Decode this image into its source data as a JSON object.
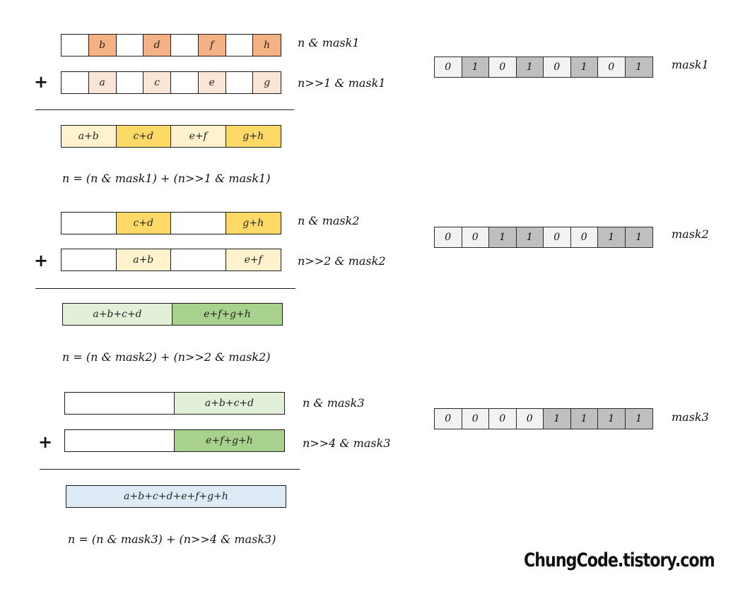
{
  "colors": {
    "orange_dark": "#f4b183",
    "orange_light": "#fbe5d6",
    "yellow_dark": "#ffd966",
    "yellow_light": "#fff2cc",
    "green_dark": "#a9d18e",
    "green_light": "#e2f0d9",
    "blue_light": "#deebf7",
    "mask_zero": "#f2f2f2",
    "mask_one": "#bfbfbf"
  },
  "step1": {
    "top_cells": [
      "",
      "b",
      "",
      "d",
      "",
      "f",
      "",
      "h"
    ],
    "bottom_cells": [
      "",
      "a",
      "",
      "c",
      "",
      "e",
      "",
      "g"
    ],
    "result_cells": [
      "a+b",
      "c+d",
      "e+f",
      "g+h"
    ],
    "top_label": "n & mask1",
    "bottom_label": "n>>1 & mask1",
    "plus": "+",
    "formula": "n = (n & mask1) + (n>>1 & mask1)"
  },
  "step2": {
    "top_cells": [
      "",
      "c+d",
      "",
      "g+h"
    ],
    "bottom_cells": [
      "",
      "a+b",
      "",
      "e+f"
    ],
    "result_cells": [
      "a+b+c+d",
      "e+f+g+h"
    ],
    "top_label": "n & mask2",
    "bottom_label": "n>>2 & mask2",
    "plus": "+",
    "formula": "n = (n & mask2) + (n>>2 & mask2)"
  },
  "step3": {
    "top_cells": [
      "",
      "a+b+c+d"
    ],
    "bottom_cells": [
      "",
      "e+f+g+h"
    ],
    "result_cells": [
      "a+b+c+d+e+f+g+h"
    ],
    "top_label": "n & mask3",
    "bottom_label": "n>>4 & mask3",
    "plus": "+",
    "formula": "n = (n & mask3) + (n>>4 & mask3)"
  },
  "masks": [
    {
      "name": "mask1",
      "bits": [
        "0",
        "1",
        "0",
        "1",
        "0",
        "1",
        "0",
        "1"
      ]
    },
    {
      "name": "mask2",
      "bits": [
        "0",
        "0",
        "1",
        "1",
        "0",
        "0",
        "1",
        "1"
      ]
    },
    {
      "name": "mask3",
      "bits": [
        "0",
        "0",
        "0",
        "0",
        "1",
        "1",
        "1",
        "1"
      ]
    }
  ],
  "watermark": "ChungCode.tistory.com"
}
